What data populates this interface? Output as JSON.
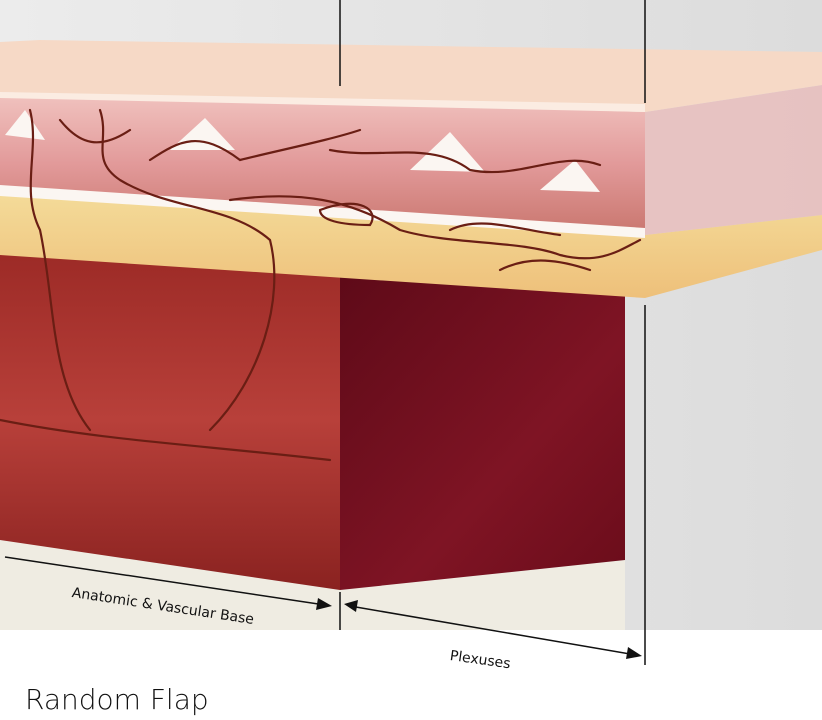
{
  "title": "Random Flap",
  "labels": {
    "base": "Anatomic & Vascular Base",
    "plexuses": "Plexuses"
  },
  "colors": {
    "epidermis": "#f6d9c6",
    "dermis": "#e8a6a6",
    "fat": "#f2d28a",
    "muscle_front": "#a8302c",
    "muscle_side": "#7a1020",
    "base": "#efece2",
    "vessel": "#6a1e14",
    "background": "#e4e4e4"
  }
}
